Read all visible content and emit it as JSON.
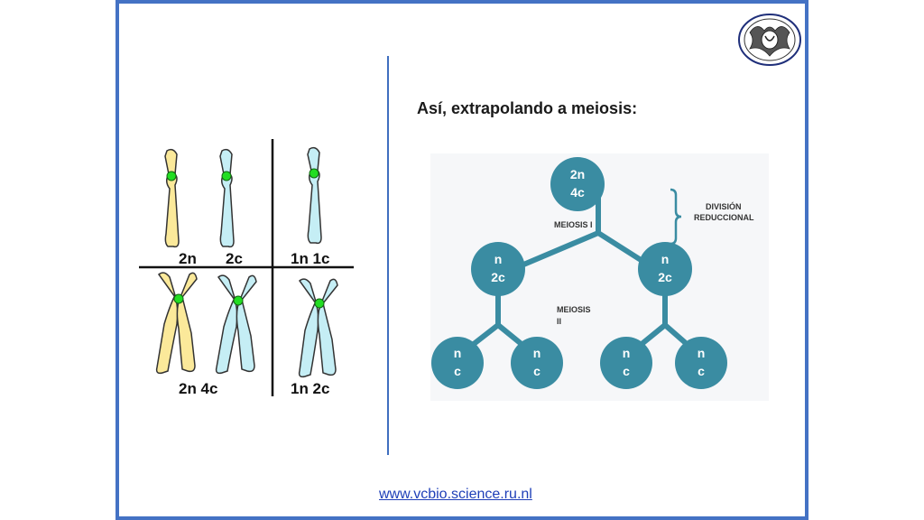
{
  "slide": {
    "heading": "Así, extrapolando a meiosis:",
    "url": "www.vcbio.science.ru.nl"
  },
  "chromosomes": {
    "labels": [
      "2n",
      "2c",
      "1n 1c",
      "2n 4c",
      "1n 2c"
    ]
  },
  "diagram": {
    "root": [
      "2n",
      "4c"
    ],
    "meiosis1": "MEIOSIS I",
    "meiosis2_line1": "MEIOSIS",
    "meiosis2_line2": "II",
    "mid_left": [
      "n",
      "2c"
    ],
    "mid_right": [
      "n",
      "2c"
    ],
    "leaves": [
      [
        "n",
        "c"
      ],
      [
        "n",
        "c"
      ],
      [
        "n",
        "c"
      ],
      [
        "n",
        "c"
      ]
    ],
    "note_line1": "DIVISIÓN",
    "note_line2": "REDUCCIONAL"
  },
  "colors": {
    "node": "#3a8ca2",
    "border": "#4472c4",
    "yellow": "#fbe99a",
    "blue": "#c5eef5",
    "centromere": "#22dd22"
  }
}
